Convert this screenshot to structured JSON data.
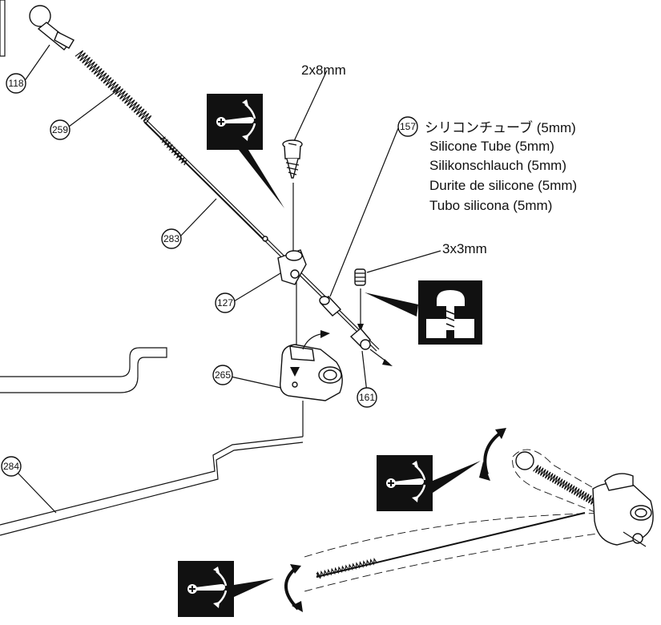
{
  "callouts": {
    "screw_a": "2x8mm",
    "screw_b": "3x3mm"
  },
  "silicone_tube": {
    "part_number": "157",
    "names": [
      "シリコンチューブ (5mm)",
      "Silicone Tube (5mm)",
      "Silikonschlauch (5mm)",
      "Durite de silicone (5mm)",
      "Tubo silicona (5mm)"
    ]
  },
  "parts": {
    "p118": "118",
    "p259": "259",
    "p283": "283",
    "p127": "127",
    "p265": "265",
    "p161": "161",
    "p284": "284"
  },
  "icons": {
    "servo_horn": "servo-horn-rotation-icon",
    "screw_thread": "screw-thread-lock-icon"
  }
}
